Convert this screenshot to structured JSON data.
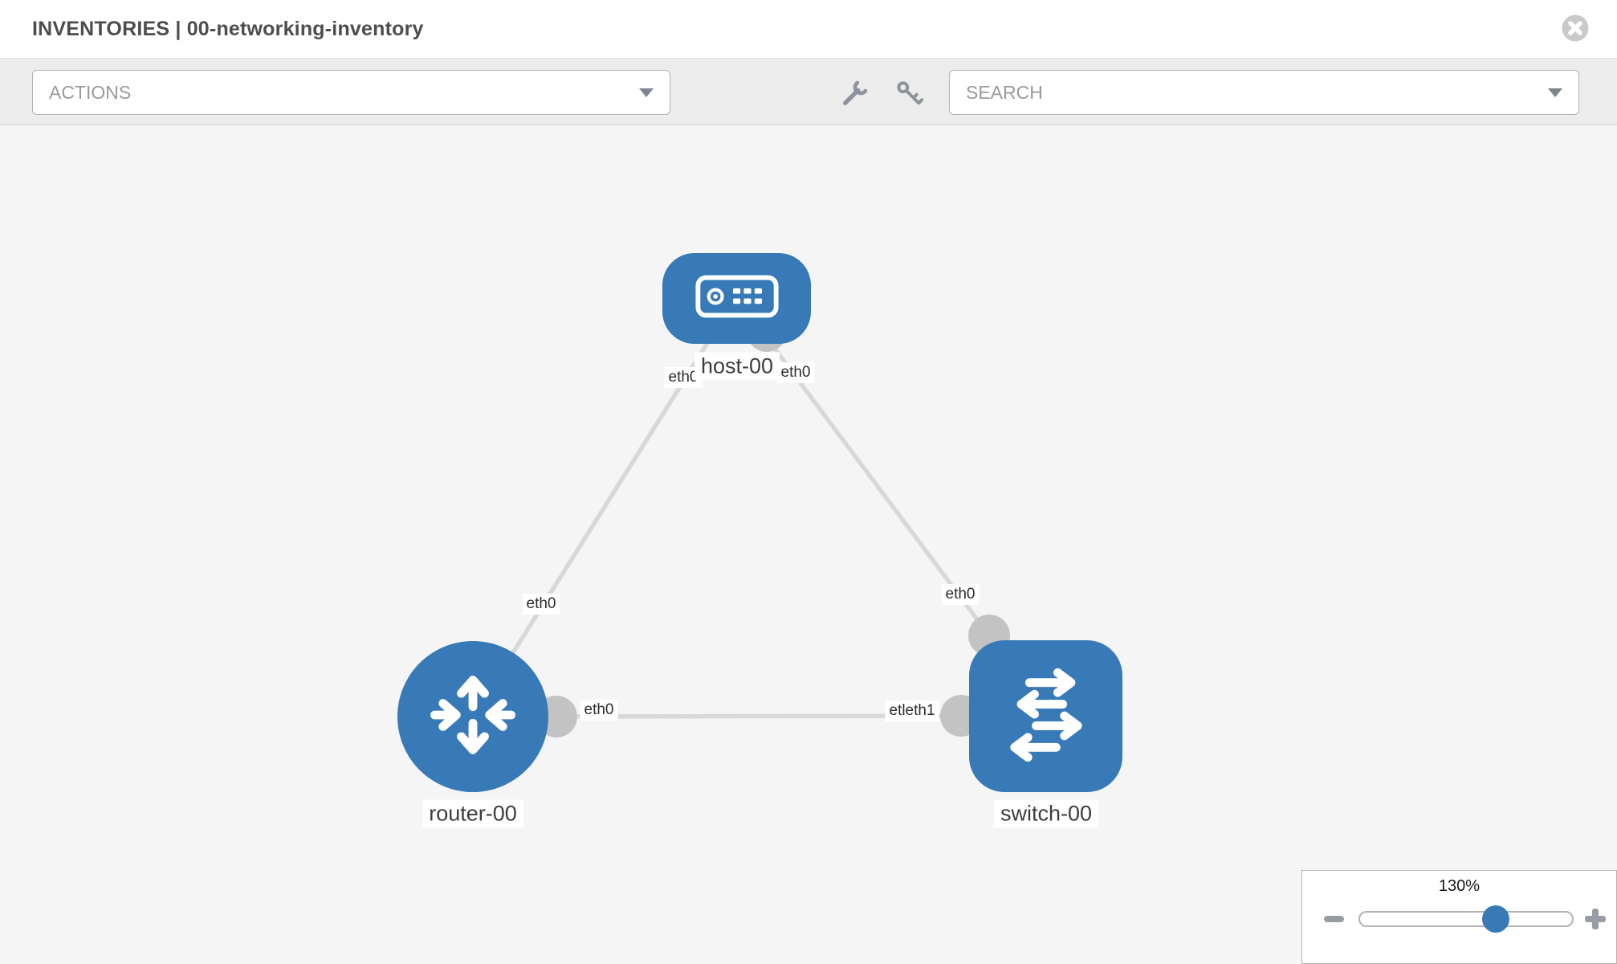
{
  "header": {
    "title": "INVENTORIES | 00-networking-inventory"
  },
  "toolbar": {
    "actions": {
      "label": "ACTIONS"
    },
    "search": {
      "label": "SEARCH"
    },
    "tools": [
      {
        "icon": "wrench-icon"
      },
      {
        "icon": "key-icon"
      }
    ]
  },
  "topology": {
    "nodes": [
      {
        "label": "host-00",
        "type": "host"
      },
      {
        "label": "router-00",
        "type": "router"
      },
      {
        "label": "switch-00",
        "type": "switch"
      }
    ],
    "links": [
      {
        "from": "host-00",
        "to": "router-00"
      },
      {
        "from": "host-00",
        "to": "switch-00"
      },
      {
        "from": "router-00",
        "to": "switch-00"
      }
    ],
    "interface_labels": [
      "eth0",
      "eth0",
      "eth0",
      "eth0",
      "eth0",
      "etleth1"
    ]
  },
  "zoom_control": {
    "level": "130%"
  },
  "colors": {
    "node_blue": "#377ab7",
    "link_gray": "#d8d8d8",
    "dot_gray": "#c3c3c3",
    "icon_gray": "#8d939c"
  }
}
